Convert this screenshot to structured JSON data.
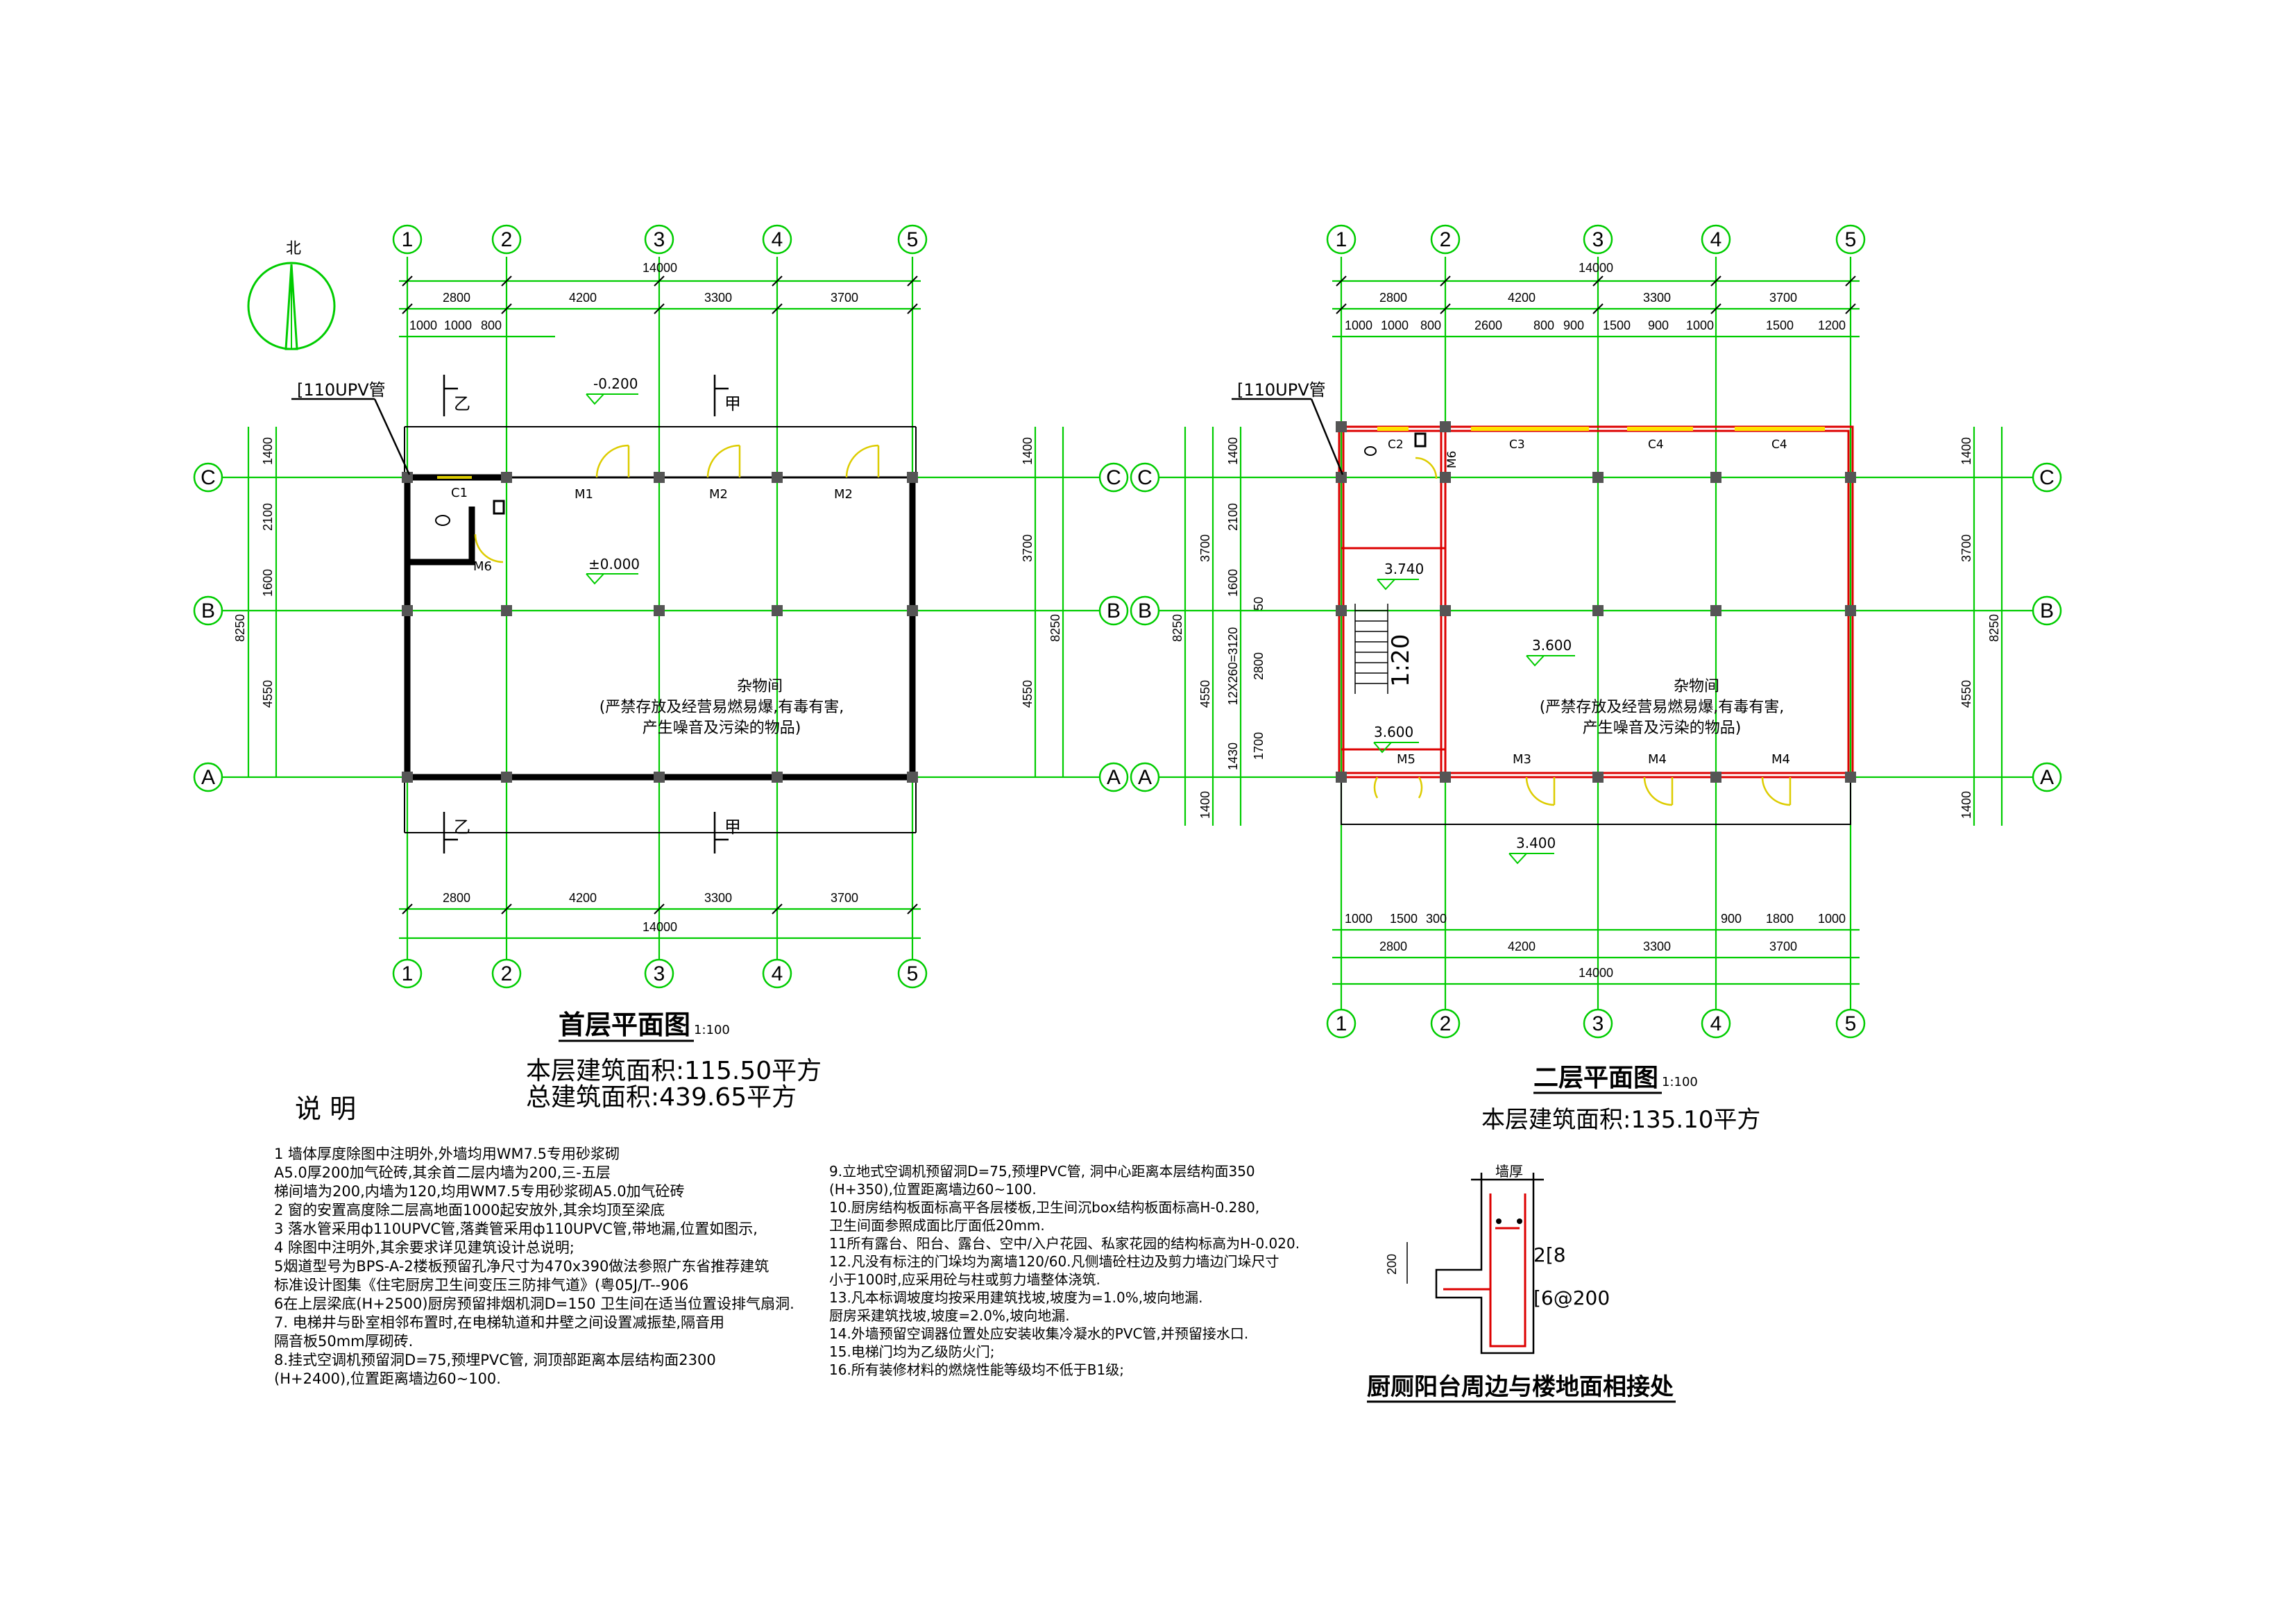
{
  "compass": {
    "label": "北"
  },
  "axes": {
    "cols": [
      "1",
      "2",
      "3",
      "4",
      "5"
    ],
    "rows": [
      "A",
      "B",
      "C"
    ]
  },
  "plan1": {
    "title": "首层平面图",
    "scale": "1:100",
    "area_line": "本层建筑面积:115.50平方",
    "total_line": "总建筑面积:439.65平方",
    "top_total": "14000",
    "top_main": [
      "2800",
      "4200",
      "3300",
      "3700"
    ],
    "top_sub": [
      "1000",
      "1000",
      "800"
    ],
    "bottom_main": [
      "2800",
      "4200",
      "3300",
      "3700"
    ],
    "bottom_total": "14000",
    "left_dims": [
      "1400",
      "2100",
      "1600",
      "4550"
    ],
    "left_total": "8250",
    "right_dims": [
      "1400",
      "3700",
      "4550"
    ],
    "right_total": "8250",
    "pipe_note": "[110UPV管",
    "level_outside": "-0.200",
    "level_inside": "±0.000",
    "doors": [
      "M1",
      "M2",
      "M2",
      "M6"
    ],
    "window": "C1",
    "section_top": [
      "乙",
      "甲"
    ],
    "section_bottom": [
      "乙",
      "甲"
    ],
    "room_name": "杂物间",
    "room_note1": "(严禁存放及经营易燃易爆,有毒有害,",
    "room_note2": "产生噪音及污染的物品)"
  },
  "plan2": {
    "title": "二层平面图",
    "scale": "1:100",
    "area_line": "本层建筑面积:135.10平方",
    "top_total": "14000",
    "top_main": [
      "2800",
      "4200",
      "3300",
      "3700"
    ],
    "top_sub": [
      "1000",
      "1000",
      "800",
      "2600",
      "800",
      "900",
      "1500",
      "900",
      "1000",
      "1500",
      "1200"
    ],
    "bottom_sub": [
      "1000",
      "1500",
      "300",
      "900",
      "1800",
      "1000"
    ],
    "bottom_main": [
      "2800",
      "4200",
      "3300",
      "3700"
    ],
    "bottom_total": "14000",
    "left_dims": [
      "1400",
      "2100",
      "1600",
      "50",
      "2800",
      "1700",
      "1400"
    ],
    "left_dims2": [
      "3700",
      "4550",
      "1430",
      "12X260=3120"
    ],
    "left_total": "8250",
    "right_dims": [
      "1400",
      "3700",
      "4550",
      "1400"
    ],
    "right_total": "8250",
    "pipe_note": "[110UPV管",
    "levels": [
      "3.740",
      "3.600",
      "3.600",
      "3.400"
    ],
    "doors": [
      "M6",
      "M5",
      "M3",
      "M4",
      "M4"
    ],
    "windows": [
      "C2",
      "C3",
      "C4",
      "C4"
    ],
    "stair_note": "1:20",
    "room_name": "杂物间",
    "room_note1": "(严禁存放及经营易燃易爆,有毒有害,",
    "room_note2": "产生噪音及污染的物品)"
  },
  "detail": {
    "top_label": "墙厚",
    "left_dim": "200",
    "rebar1": "2[8",
    "rebar2": "[6@200",
    "title": "厨厕阳台周边与楼地面相接处"
  },
  "notes_heading": "说  明",
  "notes_left": [
    "1 墙体厚度除图中注明外,外墙均用WM7.5专用砂浆砌",
    "   A5.0厚200加气砼砖,其余首二层内墙为200,三-五层",
    "   梯间墙为200,内墙为120,均用WM7.5专用砂浆砌A5.0加气砼砖",
    "2 窗的安置高度除二层高地面1000起安放外,其余均顶至梁底",
    "3 落水管采用ф110UPVC管,落粪管采用ф110UPVC管,带地漏,位置如图示,",
    "4 除图中注明外,其余要求详见建筑设计总说明;",
    "5烟道型号为BPS-A-2楼板预留孔净尺寸为470x390做法参照广东省推荐建筑",
    "   标准设计图集《住宅厨房卫生间变压三防排气道》(粤05J/T--906",
    "6在上层梁底(H+2500)厨房预留排烟机洞D=150 卫生间在适当位置设排气扇洞.",
    "7. 电梯井与卧室相邻布置时,在电梯轨道和井壁之间设置减振垫,隔音用",
    "   隔音板50mm厚砌砖.",
    "8.挂式空调机预留洞D=75,预埋PVC管, 洞顶部距离本层结构面2300",
    "   (H+2400),位置距离墙边60~100."
  ],
  "notes_right": [
    "9.立地式空调机预留洞D=75,预埋PVC管, 洞中心距离本层结构面350",
    "   (H+350),位置距离墙边60~100.",
    "10.厨房结构板面标高平各层楼板,卫生间沉box结构板面标高H-0.280,",
    "   卫生间面参照成面比厅面低20mm.",
    "11所有露台、阳台、露台、空中/入户花园、私家花园的结构标高为H-0.020.",
    "12.凡没有标注的门垛均为离墙120/60.凡侧墙砼柱边及剪力墙边门垛尺寸",
    "   小于100时,应采用砼与柱或剪力墙整体浇筑.",
    "13.凡本标调坡度均按采用建筑找坡,坡度为=1.0%,坡向地漏.",
    "   厨房采建筑找坡,坡度=2.0%,坡向地漏.",
    "14.外墙预留空调器位置处应安装收集冷凝水的PVC管,并预留接水口.",
    "15.电梯门均为乙级防火门;",
    "16.所有装修材料的燃烧性能等级均不低于B1级;"
  ]
}
